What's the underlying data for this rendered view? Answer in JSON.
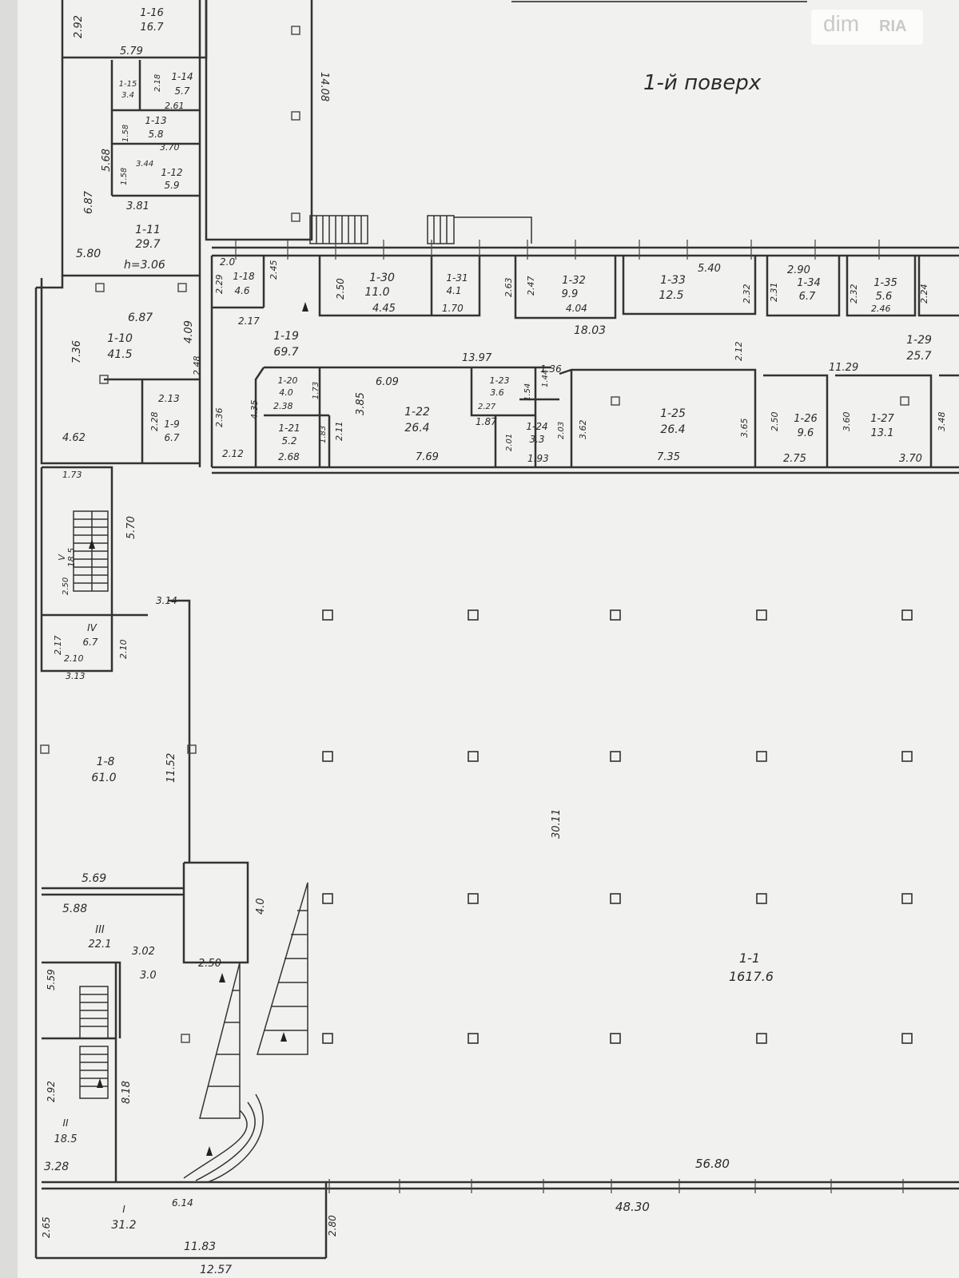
{
  "floor_title": "1-й поверх",
  "watermark": {
    "dim": "dim",
    "ria": "RIA"
  },
  "rooms": [
    {
      "id": "1-16",
      "area": "16.7"
    },
    {
      "id": "1-15",
      "area": "3.4"
    },
    {
      "id": "1-14",
      "area": "5.7"
    },
    {
      "id": "1-13",
      "area": "5.8"
    },
    {
      "id": "1-12",
      "area": "5.9"
    },
    {
      "id": "1-11",
      "area": "29.7"
    },
    {
      "id": "1-10",
      "area": "41.5"
    },
    {
      "id": "1-9",
      "area": "6.7"
    },
    {
      "id": "1-18",
      "area": "4.6"
    },
    {
      "id": "1-19",
      "area": "69.7"
    },
    {
      "id": "1-20",
      "area": "4.0"
    },
    {
      "id": "1-21",
      "area": "5.2"
    },
    {
      "id": "1-22",
      "area": "26.4"
    },
    {
      "id": "1-23",
      "area": "3.6"
    },
    {
      "id": "1-24",
      "area": "3.3"
    },
    {
      "id": "1-25",
      "area": "26.4"
    },
    {
      "id": "1-26",
      "area": "9.6"
    },
    {
      "id": "1-27",
      "area": "13.1"
    },
    {
      "id": "1-29",
      "area": "25.7"
    },
    {
      "id": "1-30",
      "area": "11.0"
    },
    {
      "id": "1-31",
      "area": "4.1"
    },
    {
      "id": "1-32",
      "area": "9.9"
    },
    {
      "id": "1-33",
      "area": "12.5"
    },
    {
      "id": "1-34",
      "area": "6.7"
    },
    {
      "id": "1-35",
      "area": "5.6"
    },
    {
      "id": "V",
      "area": "18.5"
    },
    {
      "id": "IV",
      "area": "6.7"
    },
    {
      "id": "1-8",
      "area": "61.0"
    },
    {
      "id": "III",
      "area": "22.1"
    },
    {
      "id": "1-1",
      "area": "1617.6"
    },
    {
      "id": "II",
      "area": "18.5"
    },
    {
      "id": "I",
      "area": "31.2"
    }
  ],
  "dimensions": {
    "d_5_79": "5.79",
    "d_2_92_top": "2.92",
    "d_14_08": "14.08",
    "d_2_18": "2.18",
    "d_2_61": "2.61",
    "d_1_58a": "1.58",
    "d_3_70": "3.70",
    "d_5_68": "5.68",
    "d_1_58b": "1.58",
    "d_3_44": "3.44",
    "d_6_87_left": "6.87",
    "d_3_81": "3.81",
    "d_5_80": "5.80",
    "h_3_06": "h=3.06",
    "d_6_87": "6.87",
    "d_7_36": "7.36",
    "d_4_09": "4.09",
    "d_2_48": "2.48",
    "d_2_13": "2.13",
    "d_2_28": "2.28",
    "d_4_62": "4.62",
    "d_2_36": "2.36",
    "d_2_0": "2.0",
    "d_2_29": "2.29",
    "d_2_45": "2.45",
    "d_2_17": "2.17",
    "d_2_50_30": "2.50",
    "d_4_45": "4.45",
    "d_1_70": "1.70",
    "d_2_63": "2.63",
    "d_2_47": "2.47",
    "d_4_04": "4.04",
    "d_5_40": "5.40",
    "d_2_32": "2.32",
    "d_2_31": "2.31",
    "d_2_90": "2.90",
    "d_2_32b": "2.32",
    "d_2_46": "2.46",
    "d_2_24": "2.24",
    "d_18_03": "18.03",
    "d_2_12_mid": "2.12",
    "d_11_29": "11.29",
    "d_13_97": "13.97",
    "d_1_36": "1.36",
    "d_6_09": "6.09",
    "d_2_38": "2.38",
    "d_1_73": "1.73",
    "d_3_85": "3.85",
    "d_4_35": "4.35",
    "d_1_83": "1.83",
    "d_2_11": "2.11",
    "d_2_68": "2.68",
    "d_7_69": "7.69",
    "d_2_27": "2.27",
    "d_1_87": "1.87",
    "d_1_54": "1.54",
    "d_1_44": "1.44",
    "d_2_01": "2.01",
    "d_2_03": "2.03",
    "d_1_93": "1.93",
    "d_3_62": "3.62",
    "d_7_35": "7.35",
    "d_3_65": "3.65",
    "d_2_50_26": "2.50",
    "d_2_75": "2.75",
    "d_3_60": "3.60",
    "d_3_48": "3.48",
    "d_2_12_bot": "2.12",
    "d_1_73_stair": "1.73",
    "d_5_70": "5.70",
    "d_2_50_v": "2.50",
    "d_3_14": "3.14",
    "d_2_17_iv": "2.17",
    "d_2_10a": "2.10",
    "d_2_10b": "2.10",
    "d_3_13": "3.13",
    "d_11_52": "11.52",
    "d_30_11": "30.11",
    "d_5_69": "5.69",
    "d_5_88": "5.88",
    "d_4_0": "4.0",
    "d_3_02": "3.02",
    "d_3_0": "3.0",
    "d_2_50_iii": "2.50",
    "d_5_59": "5.59",
    "d_2_92": "2.92",
    "d_8_18": "8.18",
    "d_56_80": "56.80",
    "d_3_28": "3.28",
    "d_6_14": "6.14",
    "d_48_30": "48.30",
    "d_2_65": "2.65",
    "d_2_80": "2.80",
    "d_11_83": "11.83",
    "d_12_57": "12.57"
  }
}
